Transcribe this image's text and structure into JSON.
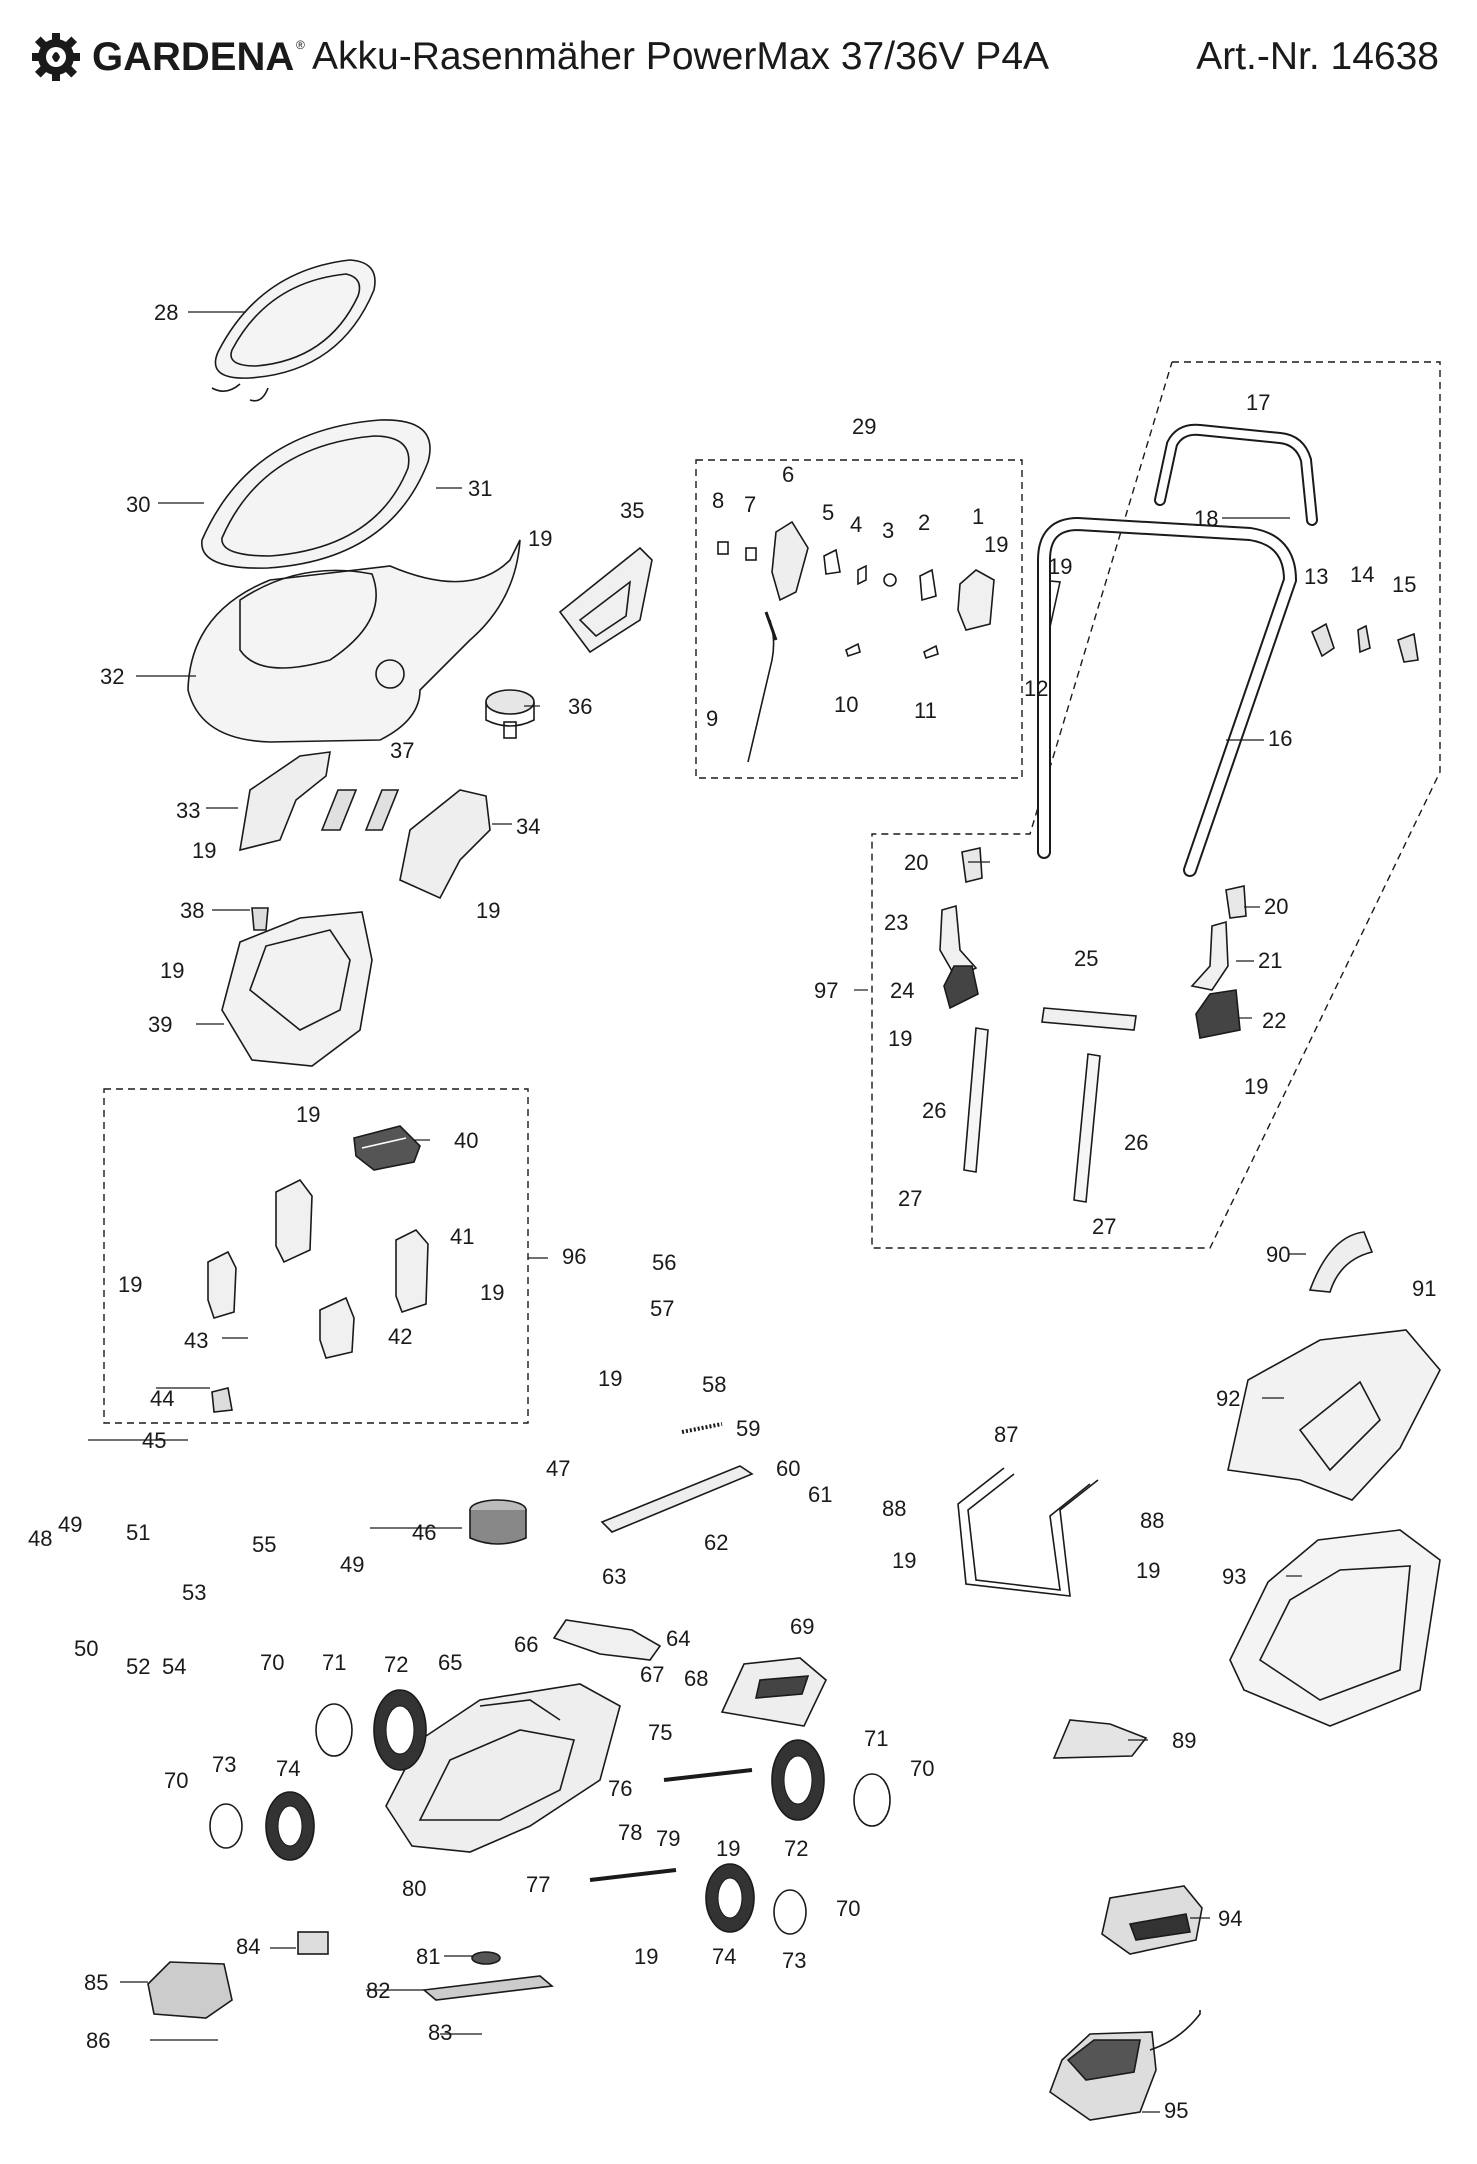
{
  "header": {
    "brand": "GARDENA",
    "brand_mark": "®",
    "title": "Akku-Rasenmäher PowerMax 37/36V P4A",
    "article_number": "Art.-Nr. 14638"
  },
  "colors": {
    "line": "#1a1a1a",
    "part_fill": "#ececec",
    "dark_fill": "#3a3a3a",
    "background": "#ffffff"
  },
  "icons": {
    "logo": "gardena-gear-logo-icon"
  },
  "part_labels": [
    "1",
    "2",
    "3",
    "4",
    "5",
    "6",
    "7",
    "8",
    "9",
    "10",
    "11",
    "12",
    "13",
    "14",
    "15",
    "16",
    "17",
    "18",
    "19",
    "19",
    "19",
    "19",
    "19",
    "19",
    "19",
    "19",
    "19",
    "19",
    "19",
    "19",
    "19",
    "19",
    "19",
    "20",
    "20",
    "21",
    "22",
    "23",
    "24",
    "25",
    "26",
    "26",
    "27",
    "27",
    "28",
    "29",
    "30",
    "31",
    "32",
    "33",
    "34",
    "35",
    "36",
    "37",
    "38",
    "39",
    "40",
    "41",
    "42",
    "43",
    "44",
    "45",
    "46",
    "47",
    "48",
    "49",
    "49",
    "50",
    "51",
    "52",
    "53",
    "54",
    "55",
    "56",
    "57",
    "58",
    "59",
    "60",
    "61",
    "62",
    "63",
    "64",
    "65",
    "66",
    "67",
    "68",
    "69",
    "70",
    "70",
    "70",
    "70",
    "71",
    "71",
    "72",
    "72",
    "73",
    "73",
    "74",
    "74",
    "75",
    "76",
    "77",
    "78",
    "79",
    "80",
    "81",
    "82",
    "83",
    "84",
    "85",
    "86",
    "87",
    "88",
    "88",
    "89",
    "90",
    "91",
    "92",
    "93",
    "94",
    "95",
    "96",
    "97"
  ]
}
